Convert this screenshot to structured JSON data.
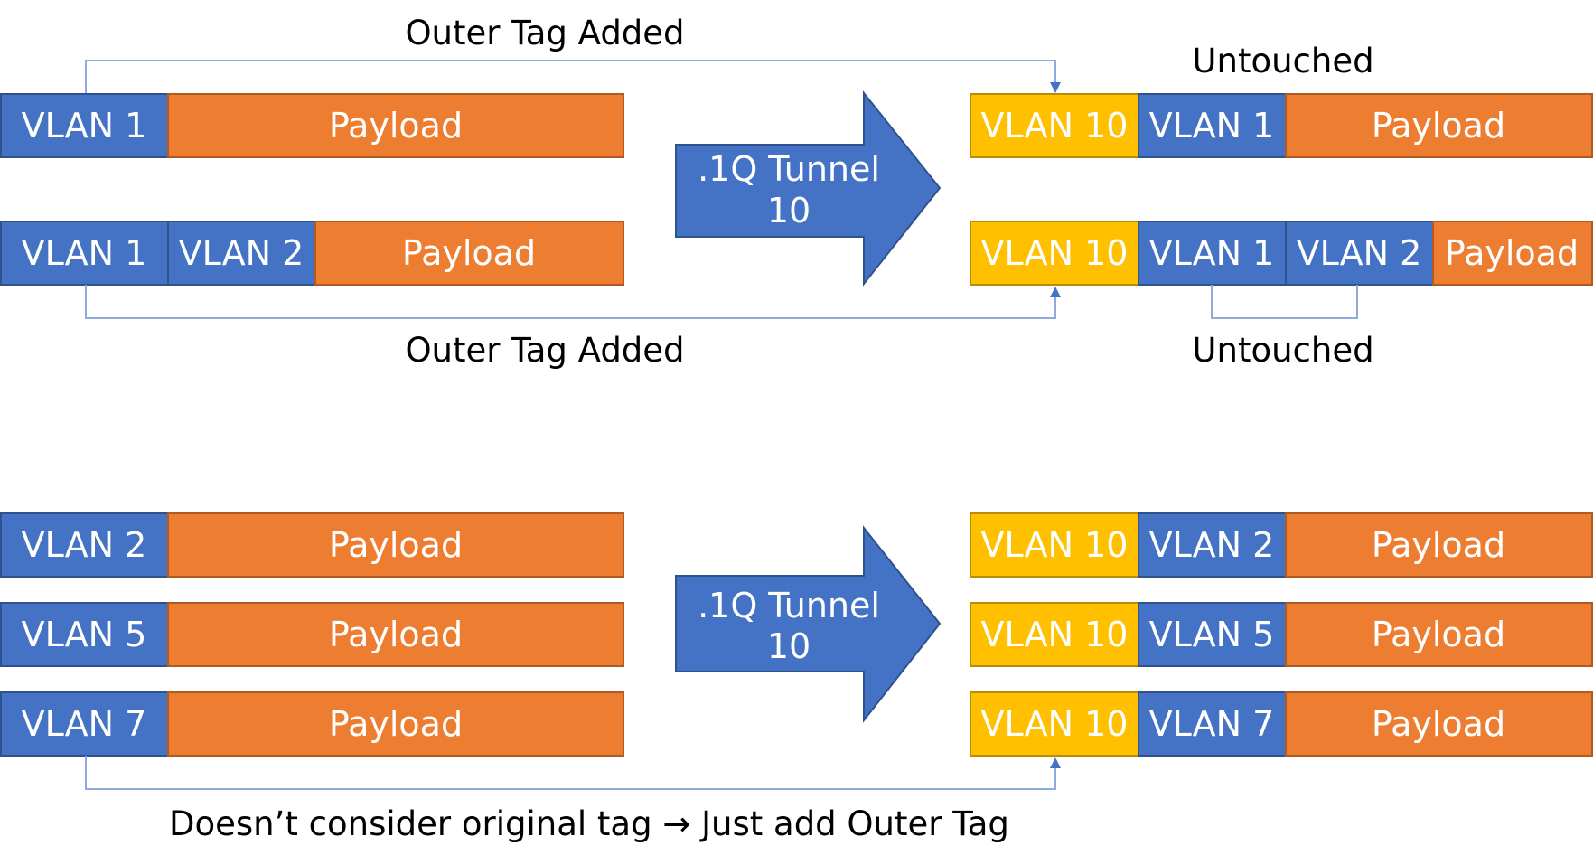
{
  "colors": {
    "vlan_tag": "#4472C4",
    "payload": "#ED7D31",
    "outer_tag": "#FFC000",
    "connector": "#8FAADC"
  },
  "top": {
    "label_outer_top": "Outer Tag Added",
    "label_outer_bottom": "Outer Tag Added",
    "label_untouched_top": "Untouched",
    "label_untouched_bottom": "Untouched",
    "tunnel": {
      "line1": ".1Q Tunnel",
      "line2": "10"
    },
    "input_frames": [
      {
        "tags": [
          "VLAN 1"
        ],
        "payload": "Payload"
      },
      {
        "tags": [
          "VLAN 1",
          "VLAN 2"
        ],
        "payload": "Payload"
      }
    ],
    "output_frames": [
      {
        "outer": "VLAN 10",
        "tags": [
          "VLAN 1"
        ],
        "payload": "Payload"
      },
      {
        "outer": "VLAN 10",
        "tags": [
          "VLAN 1",
          "VLAN 2"
        ],
        "payload": "Payload"
      }
    ]
  },
  "bottom": {
    "tunnel": {
      "line1": ".1Q Tunnel",
      "line2": "10"
    },
    "caption": "Doesn’t consider original tag → Just add Outer Tag",
    "input_frames": [
      {
        "tags": [
          "VLAN 2"
        ],
        "payload": "Payload"
      },
      {
        "tags": [
          "VLAN 5"
        ],
        "payload": "Payload"
      },
      {
        "tags": [
          "VLAN 7"
        ],
        "payload": "Payload"
      }
    ],
    "output_frames": [
      {
        "outer": "VLAN 10",
        "tags": [
          "VLAN 2"
        ],
        "payload": "Payload"
      },
      {
        "outer": "VLAN 10",
        "tags": [
          "VLAN 5"
        ],
        "payload": "Payload"
      },
      {
        "outer": "VLAN 10",
        "tags": [
          "VLAN 7"
        ],
        "payload": "Payload"
      }
    ]
  }
}
